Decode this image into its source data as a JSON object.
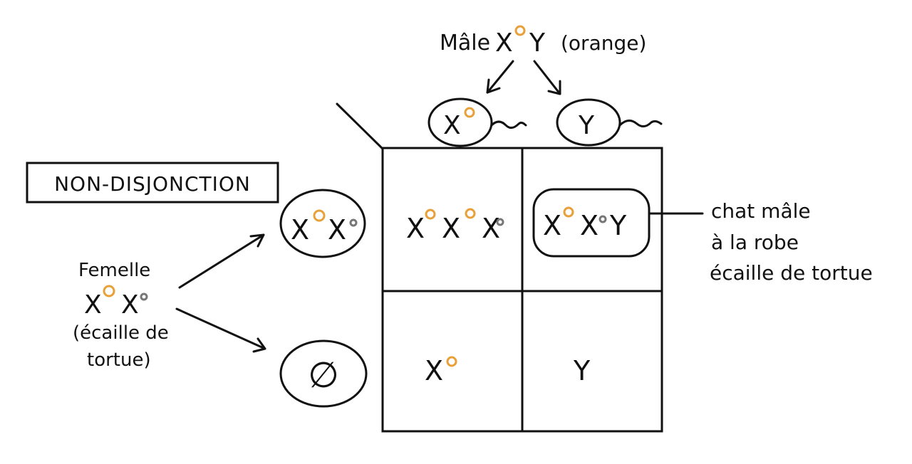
{
  "title_box": {
    "label": "NON-DISJONCTION"
  },
  "male": {
    "label_prefix": "Mâle",
    "chrom_x": "X",
    "chrom_y": "Y",
    "color_note": "(orange)"
  },
  "female": {
    "label": "Femelle",
    "chrom_x1": "X",
    "chrom_x2": "X",
    "note_line1": "(écaille de",
    "note_line2": "tortue)"
  },
  "gametes": {
    "male_x": "X",
    "male_y": "Y",
    "female_xx_1": "X",
    "female_xx_2": "X",
    "female_null": "∅"
  },
  "cells": {
    "r1c1": [
      "X",
      "X",
      "X"
    ],
    "r1c2": [
      "X",
      "X",
      "Y"
    ],
    "r2c1": "X",
    "r2c2": "Y"
  },
  "annotation": {
    "line1": "chat mâle",
    "line2": "à la robe",
    "line3": "écaille de tortue"
  },
  "colors": {
    "orange_allele": "#e8a13a",
    "black_allele": "#777777",
    "ink": "#111111"
  }
}
